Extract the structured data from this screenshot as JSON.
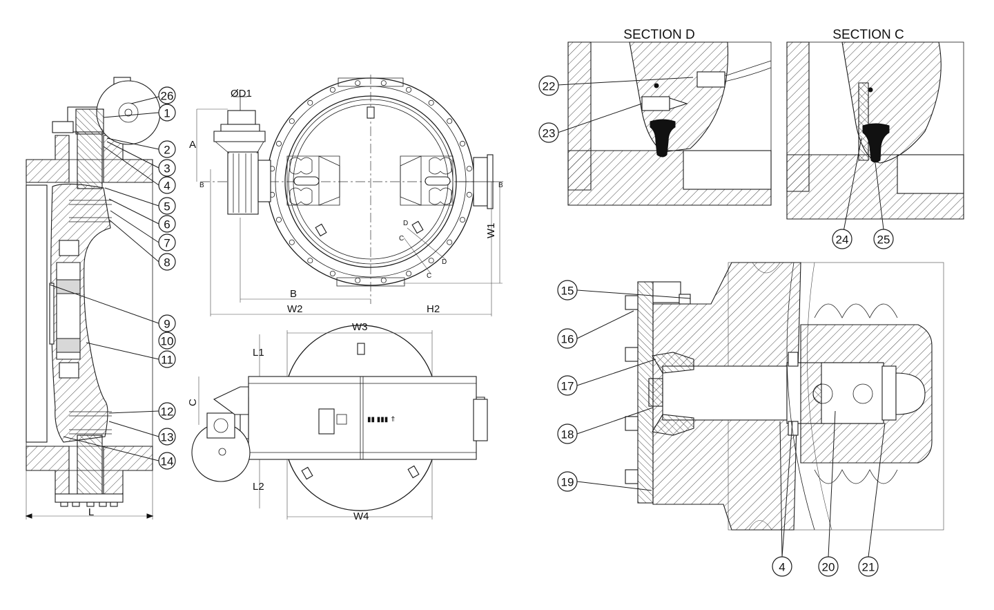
{
  "sections": {
    "section_d_title": "SECTION D",
    "section_c_title": "SECTION C"
  },
  "dimensions": {
    "L": "L",
    "D1": "ØD1",
    "A": "A",
    "B": "B",
    "W1": "W1",
    "W2": "W2",
    "H2": "H2",
    "W3": "W3",
    "W4": "W4",
    "L1": "L1",
    "L2": "L2",
    "C": "C",
    "section_mark_B": "B",
    "section_mark_C": "C",
    "section_mark_D": "D"
  },
  "balloons": {
    "b1": "1",
    "b2": "2",
    "b3": "3",
    "b4": "4",
    "b5": "5",
    "b6": "6",
    "b7": "7",
    "b8": "8",
    "b9": "9",
    "b10": "10",
    "b11": "11",
    "b12": "12",
    "b13": "13",
    "b14": "14",
    "b15": "15",
    "b16": "16",
    "b17": "17",
    "b18": "18",
    "b19": "19",
    "b20": "20",
    "b21": "21",
    "b22": "22",
    "b23": "23",
    "b24": "24",
    "b25": "25",
    "b26": "26",
    "b4b": "4"
  }
}
